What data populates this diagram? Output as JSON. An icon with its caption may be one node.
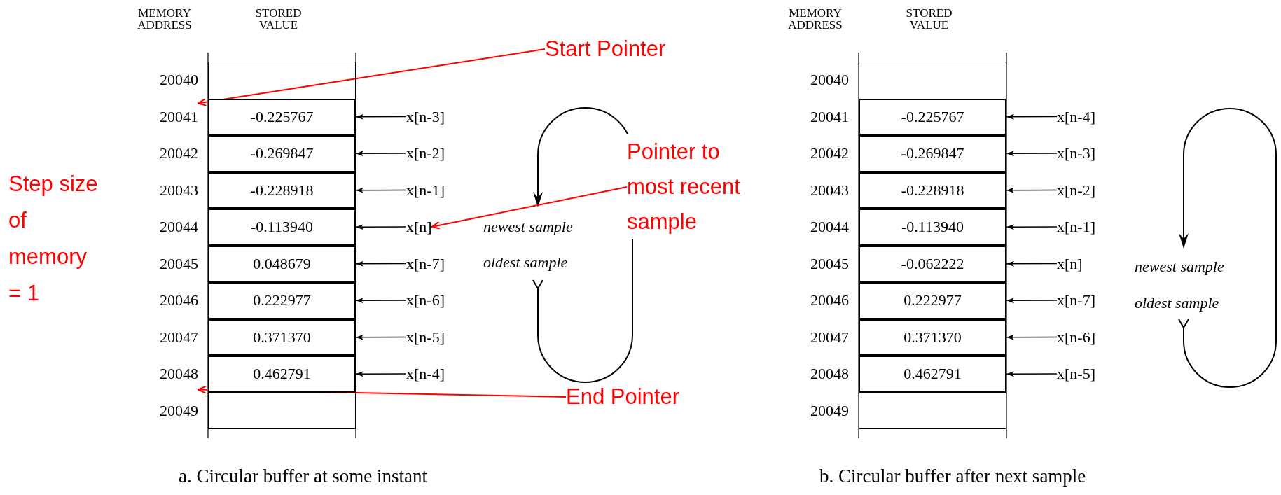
{
  "diagram": {
    "nodes": [
      {
        "text": [
          "20040"
        ]
      },
      {
        "text": [],
        "shape": "box"
      },
      {
        "text": [
          "20041"
        ]
      },
      {
        "text": [
          "-0.225767"
        ]
      },
      {
        "text": [
          "x[n-3]"
        ]
      },
      {
        "text": [
          "20042"
        ]
      },
      {
        "text": [
          "-0.269847"
        ]
      },
      {
        "text": [
          "x[n-2]"
        ]
      },
      {
        "text": [
          "20043"
        ]
      },
      {
        "text": [
          "-0.228918"
        ]
      },
      {
        "text": [
          "x[n-1]"
        ]
      },
      {
        "text": [
          "20044"
        ]
      },
      {
        "text": [
          "-0.113940"
        ]
      },
      {
        "text": [
          "x[n]"
        ]
      },
      {
        "text": [
          "20045"
        ]
      },
      {
        "text": [
          "0.048679"
        ]
      },
      {
        "text": [
          "x[n-7]"
        ]
      },
      {
        "text": [
          "20046"
        ]
      },
      {
        "text": [
          "0.222977"
        ]
      },
      {
        "text": [
          "x[n-6]"
        ]
      },
      {
        "text": [
          "20047"
        ]
      },
      {
        "text": [
          "0.371370"
        ]
      },
      {
        "text": [
          "x[n-5]"
        ]
      },
      {
        "text": [
          "20048"
        ]
      },
      {
        "text": [
          "0.462791"
        ]
      },
      {
        "text": [
          "x[n-4]"
        ]
      },
      {
        "text": [
          "20049"
        ]
      },
      {
        "text": [],
        "shape": "box"
      },
      {
        "text": [
          "20040"
        ]
      },
      {
        "text": [],
        "shape": "box"
      },
      {
        "text": [
          "20041"
        ]
      },
      {
        "text": [
          "-0.225767"
        ]
      },
      {
        "text": [
          "x[n-4]"
        ]
      },
      {
        "text": [
          "20042"
        ]
      },
      {
        "text": [
          "-0.269847"
        ]
      },
      {
        "text": [
          "x[n-3]"
        ]
      },
      {
        "text": [
          "20043"
        ]
      },
      {
        "text": [
          "-0.228918"
        ]
      },
      {
        "text": [
          "x[n-2]"
        ]
      },
      {
        "text": [
          "20044"
        ]
      },
      {
        "text": [
          "-0.113940"
        ]
      },
      {
        "text": [
          "x[n-1]"
        ]
      },
      {
        "text": [
          "20045"
        ]
      },
      {
        "text": [
          "-0.062222"
        ]
      },
      {
        "text": [
          "x[n]"
        ]
      },
      {
        "text": [
          "20046"
        ]
      },
      {
        "text": [
          "0.222977"
        ]
      },
      {
        "text": [
          "x[n-7]"
        ]
      },
      {
        "text": [
          "20047"
        ]
      },
      {
        "text": [
          "0.371370"
        ]
      },
      {
        "text": [
          "x[n-6]"
        ]
      },
      {
        "text": [
          "20048"
        ]
      },
      {
        "text": [
          "0.462791"
        ]
      },
      {
        "text": [
          "x[n-5]"
        ]
      },
      {
        "text": [
          "20049"
        ]
      },
      {
        "text": [],
        "shape": "box"
      },
      {
        "text": [
          "Start Pointer"
        ]
      },
      {
        "text": [
          "Pointer to most recent sample"
        ]
      },
      {
        "text": [
          "End Pointer"
        ]
      }
    ],
    "edges": [
      {
        "from": 4,
        "to": 3,
        "arrow": "to"
      },
      {
        "from": 7,
        "to": 6,
        "arrow": "to"
      },
      {
        "from": 10,
        "to": 9,
        "arrow": "to"
      },
      {
        "from": 13,
        "to": 12,
        "arrow": "to"
      },
      {
        "from": 16,
        "to": 15,
        "arrow": "to"
      },
      {
        "from": 19,
        "to": 18,
        "arrow": "to"
      },
      {
        "from": 22,
        "to": 21,
        "arrow": "to"
      },
      {
        "from": 25,
        "to": 24,
        "arrow": "to"
      },
      {
        "from": 32,
        "to": 31,
        "arrow": "to"
      },
      {
        "from": 35,
        "to": 34,
        "arrow": "to"
      },
      {
        "from": 38,
        "to": 37,
        "arrow": "to"
      },
      {
        "from": 41,
        "to": 40,
        "arrow": "to"
      },
      {
        "from": 44,
        "to": 43,
        "arrow": "to"
      },
      {
        "from": 47,
        "to": 46,
        "arrow": "to"
      },
      {
        "from": 50,
        "to": 49,
        "arrow": "to"
      },
      {
        "from": 53,
        "to": 52,
        "arrow": "to"
      },
      {
        "from": 56,
        "to": 2,
        "arrow": "to",
        "color": "#ff0000"
      },
      {
        "from": 57,
        "to": 13,
        "arrow": "to",
        "color": "#ff0000"
      },
      {
        "from": 58,
        "to": 23,
        "arrow": "to",
        "color": "#ff0000"
      }
    ],
    "labels": [
      "MEMORY ADDRESS",
      "STORED VALUE",
      "newest sample",
      "oldest sample",
      "Step size of memory = 1",
      "MEMORY ADDRESS",
      "STORED VALUE",
      "newest sample",
      "oldest sample",
      "a. Circular buffer at some instant",
      "b. Circular buffer after next sample"
    ]
  }
}
